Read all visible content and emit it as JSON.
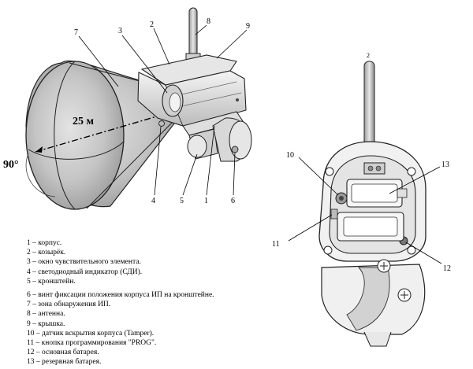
{
  "diagram": {
    "range_label": "25 м",
    "angle_label": "90°",
    "left_callouts": [
      "1",
      "2",
      "3",
      "4",
      "5",
      "6",
      "7",
      "8",
      "9"
    ],
    "right_callouts": [
      "2",
      "10",
      "11",
      "12",
      "13"
    ]
  },
  "legend": {
    "group_a": [
      "1 – корпус.",
      "2 – козырёк.",
      "3 – окно чувствительного элемента.",
      "4 – светодиодный индикатор (СДИ).",
      "5 – кронштейн."
    ],
    "group_b": [
      "6 – винт фиксации положения корпуса ИП на кронштейне.",
      "7 – зона обнаружения ИП.",
      "8 – антенна.",
      "9 – крышка.",
      "10 – датчик вскрытия корпуса (Tamper).",
      "11 – кнопка программирования \"PROG\".",
      "12 – основная батарея.",
      "13 – резервная батарея."
    ]
  }
}
